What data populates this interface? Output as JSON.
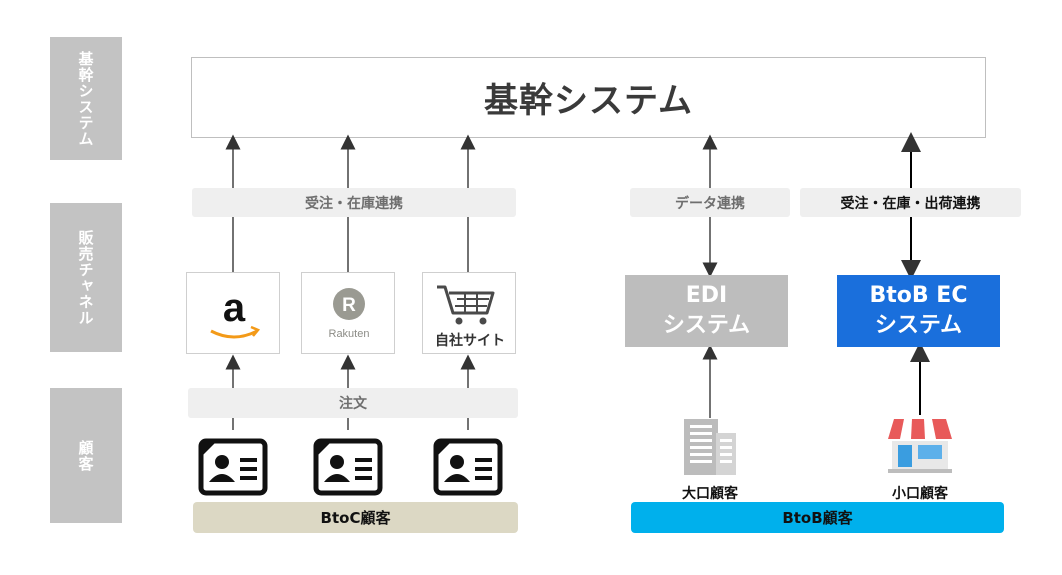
{
  "sidebar": {
    "core_label": "基幹システム",
    "channel_label": "販売チャネル",
    "customer_label": "顧客"
  },
  "core_system": {
    "title": "基幹システム"
  },
  "links": {
    "btoc_link": "受注・在庫連携",
    "edi_link": "データ連携",
    "btob_link": "受注・在庫・出荷連携",
    "order_label": "注文"
  },
  "channels": {
    "amazon": {
      "icon": "amazon-logo"
    },
    "rakuten": {
      "icon": "rakuten-logo",
      "text": "Rakuten",
      "mark": "R"
    },
    "own_site": {
      "icon": "shopping-cart-icon",
      "label": "自社サイト"
    }
  },
  "btob_systems": {
    "edi": {
      "line1": "EDI",
      "line2": "システム"
    },
    "btob_ec": {
      "line1": "BtoB EC",
      "line2": "システム"
    }
  },
  "customers": {
    "btoc_label": "BtoC顧客",
    "btob_label": "BtoB顧客",
    "large_label": "大口顧客",
    "small_label": "小口顧客"
  },
  "colors": {
    "sidebar": "#c3c3c3",
    "pill": "#efefef",
    "edi": "#bdbdbd",
    "btob_ec": "#1a6fdc",
    "btoc_bar": "#dcd8c4",
    "btob_bar": "#00b0ec"
  }
}
